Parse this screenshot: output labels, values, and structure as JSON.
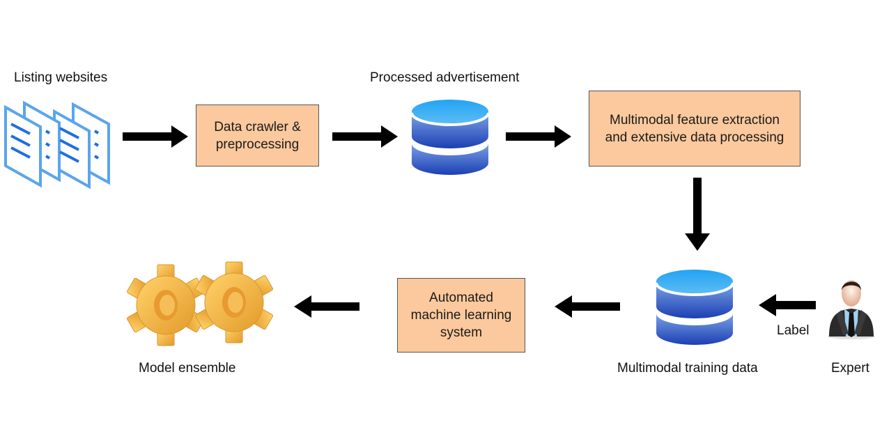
{
  "diagram": {
    "nodes": {
      "listing_websites": {
        "label": "Listing websites",
        "icon": "document-stack-icon"
      },
      "crawler": {
        "label": "Data crawler &\npreprocessing"
      },
      "processed_ad": {
        "label": "Processed advertisement",
        "icon": "database-icon"
      },
      "feature_extraction": {
        "label": "Multimodal feature extraction\nand extensive data processing"
      },
      "training_data": {
        "label": "Multimodal training data",
        "icon": "database-icon"
      },
      "expert": {
        "label": "Expert",
        "icon": "person-icon"
      },
      "automl": {
        "label": "Automated\nmachine learning\nsystem"
      },
      "ensemble": {
        "label": "Model ensemble",
        "icon": "gears-icon"
      }
    },
    "edges": [
      {
        "from": "listing_websites",
        "to": "crawler",
        "label": ""
      },
      {
        "from": "crawler",
        "to": "processed_ad",
        "label": ""
      },
      {
        "from": "processed_ad",
        "to": "feature_extraction",
        "label": ""
      },
      {
        "from": "feature_extraction",
        "to": "training_data",
        "label": ""
      },
      {
        "from": "expert",
        "to": "training_data",
        "label": "Label"
      },
      {
        "from": "training_data",
        "to": "automl",
        "label": ""
      },
      {
        "from": "automl",
        "to": "ensemble",
        "label": ""
      }
    ],
    "colors": {
      "process_box": "#fbc99d",
      "document_blue": "#5aa5ec",
      "database_top": "#2aa8f2",
      "database_bottom": "#1a3fb0",
      "gear": "#f2b740",
      "arrow": "#000000"
    }
  }
}
